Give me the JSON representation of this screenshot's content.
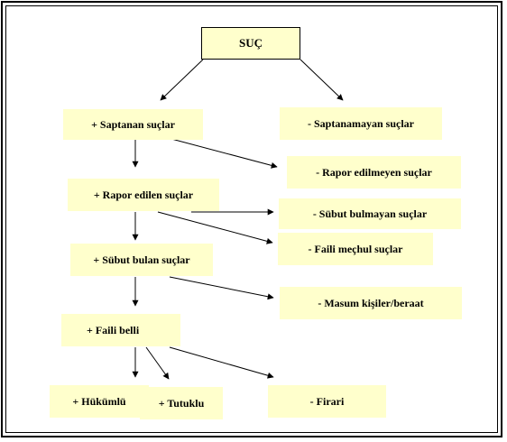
{
  "nodes": {
    "root": "SUÇ",
    "saptanan": "+ Saptanan suçlar",
    "saptanamayan": "- Saptanamayan suçlar",
    "rapor_edilmeyen": "- Rapor edilmeyen suçlar",
    "rapor_edilen": "+ Rapor edilen suçlar",
    "subut_bulmayan": "- Sübut bulmayan suçlar",
    "faili_mechul": "- Faili meçhul suçlar",
    "subut_bulan": "+ Sübut bulan suçlar",
    "masum": "- Masum kişiler/beraat",
    "faili_belli": "+ Faili belli",
    "hukumlu": "+ Hükümlü",
    "tutuklu": "+ Tutuklu",
    "firari": "- Firari"
  },
  "colors": {
    "box_fill": "#ffffcc",
    "line": "#000000",
    "background": "#ffffff"
  }
}
